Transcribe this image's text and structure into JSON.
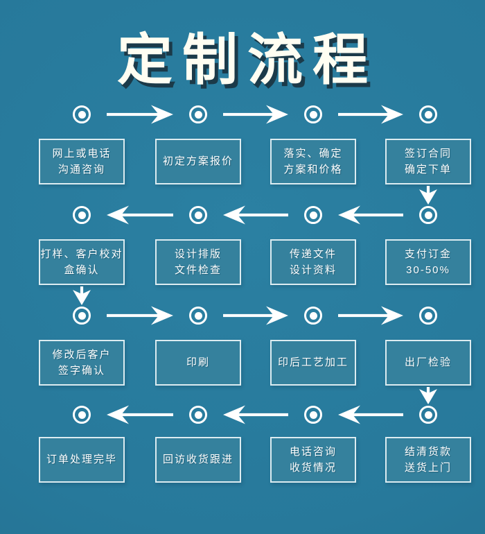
{
  "title": "定制流程",
  "colors": {
    "background": "#27799b",
    "background_light": "#2b80a2",
    "background_dark": "#216c8c",
    "box_fill": "#35819d",
    "box_border": "#dcecf1",
    "box_text": "#fdfefe",
    "arrow": "#ffffff",
    "node": "#ffffff",
    "title_text": "#fffef2",
    "title_shadow": "#1b3a49"
  },
  "flow": {
    "rows": [
      {
        "direction": "right",
        "steps": [
          {
            "label": "网上或电话\n沟通咨询"
          },
          {
            "label": "初定方案报价"
          },
          {
            "label": "落实、确定\n方案和价格"
          },
          {
            "label": "签订合同\n确定下单"
          }
        ]
      },
      {
        "direction": "left",
        "steps": [
          {
            "label": "打样、客户校对\n盒确认"
          },
          {
            "label": "设计排版\n文件检查"
          },
          {
            "label": "传递文件\n设计资料"
          },
          {
            "label": "支付订金\n30-50%"
          }
        ]
      },
      {
        "direction": "right",
        "steps": [
          {
            "label": "修改后客户\n签字确认"
          },
          {
            "label": "印刷"
          },
          {
            "label": "印后工艺加工"
          },
          {
            "label": "出厂检验"
          }
        ]
      },
      {
        "direction": "left",
        "steps": [
          {
            "label": "订单处理完毕"
          },
          {
            "label": "回访收货跟进"
          },
          {
            "label": "电话咨询\n收货情况"
          },
          {
            "label": "结清货款\n送货上门"
          }
        ]
      }
    ],
    "connectors": [
      {
        "from_row": 0,
        "col": 3
      },
      {
        "from_row": 1,
        "col": 0
      },
      {
        "from_row": 2,
        "col": 3
      }
    ]
  }
}
